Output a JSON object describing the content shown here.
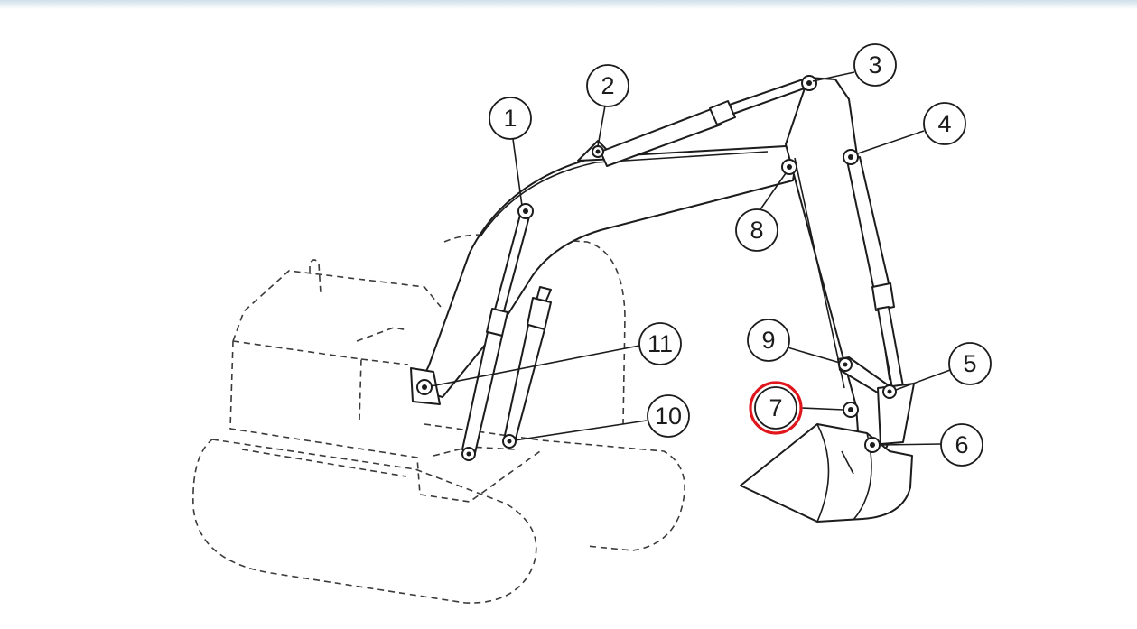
{
  "callouts": [
    {
      "id": "1",
      "label": "1"
    },
    {
      "id": "2",
      "label": "2"
    },
    {
      "id": "3",
      "label": "3"
    },
    {
      "id": "4",
      "label": "4"
    },
    {
      "id": "5",
      "label": "5"
    },
    {
      "id": "6",
      "label": "6"
    },
    {
      "id": "7",
      "label": "7",
      "highlighted": true
    },
    {
      "id": "8",
      "label": "8"
    },
    {
      "id": "9",
      "label": "9"
    },
    {
      "id": "10",
      "label": "10"
    },
    {
      "id": "11",
      "label": "11"
    }
  ],
  "colors": {
    "line": "#1c1c1c",
    "highlight": "#e0161c",
    "background": "#ffffff"
  }
}
